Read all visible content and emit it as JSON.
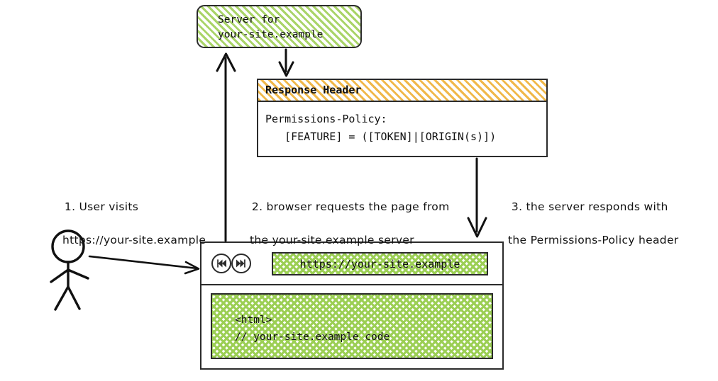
{
  "diagram": {
    "title": "Permissions-Policy response header flow",
    "colors": {
      "ink": "#2b2b2b",
      "green_hatch": "#9ccf55",
      "orange_hatch": "#f0b84a",
      "background": "#ffffff"
    }
  },
  "server": {
    "line1": "Server for",
    "line2": "your-site.example"
  },
  "response_header": {
    "title": "Response Header",
    "line1": "Permissions-Policy:",
    "line2": "   [FEATURE] = ([TOKEN]|[ORIGIN(s)])"
  },
  "browser": {
    "back_icon": "rewind-icon",
    "forward_icon": "fast-forward-icon",
    "address": "https://your-site.example",
    "content_line1": "<html>",
    "content_line2": "// your-site.example code"
  },
  "annotations": {
    "step1_line1": "1. User visits",
    "step1_line2": "https://your-site.example",
    "step2_line1": "2. browser requests the page from",
    "step2_line2": "the your-site.example server",
    "step3_line1": "3. the server responds with",
    "step3_line2": "the Permissions-Policy header"
  },
  "actor": {
    "name": "user-stick-figure"
  }
}
